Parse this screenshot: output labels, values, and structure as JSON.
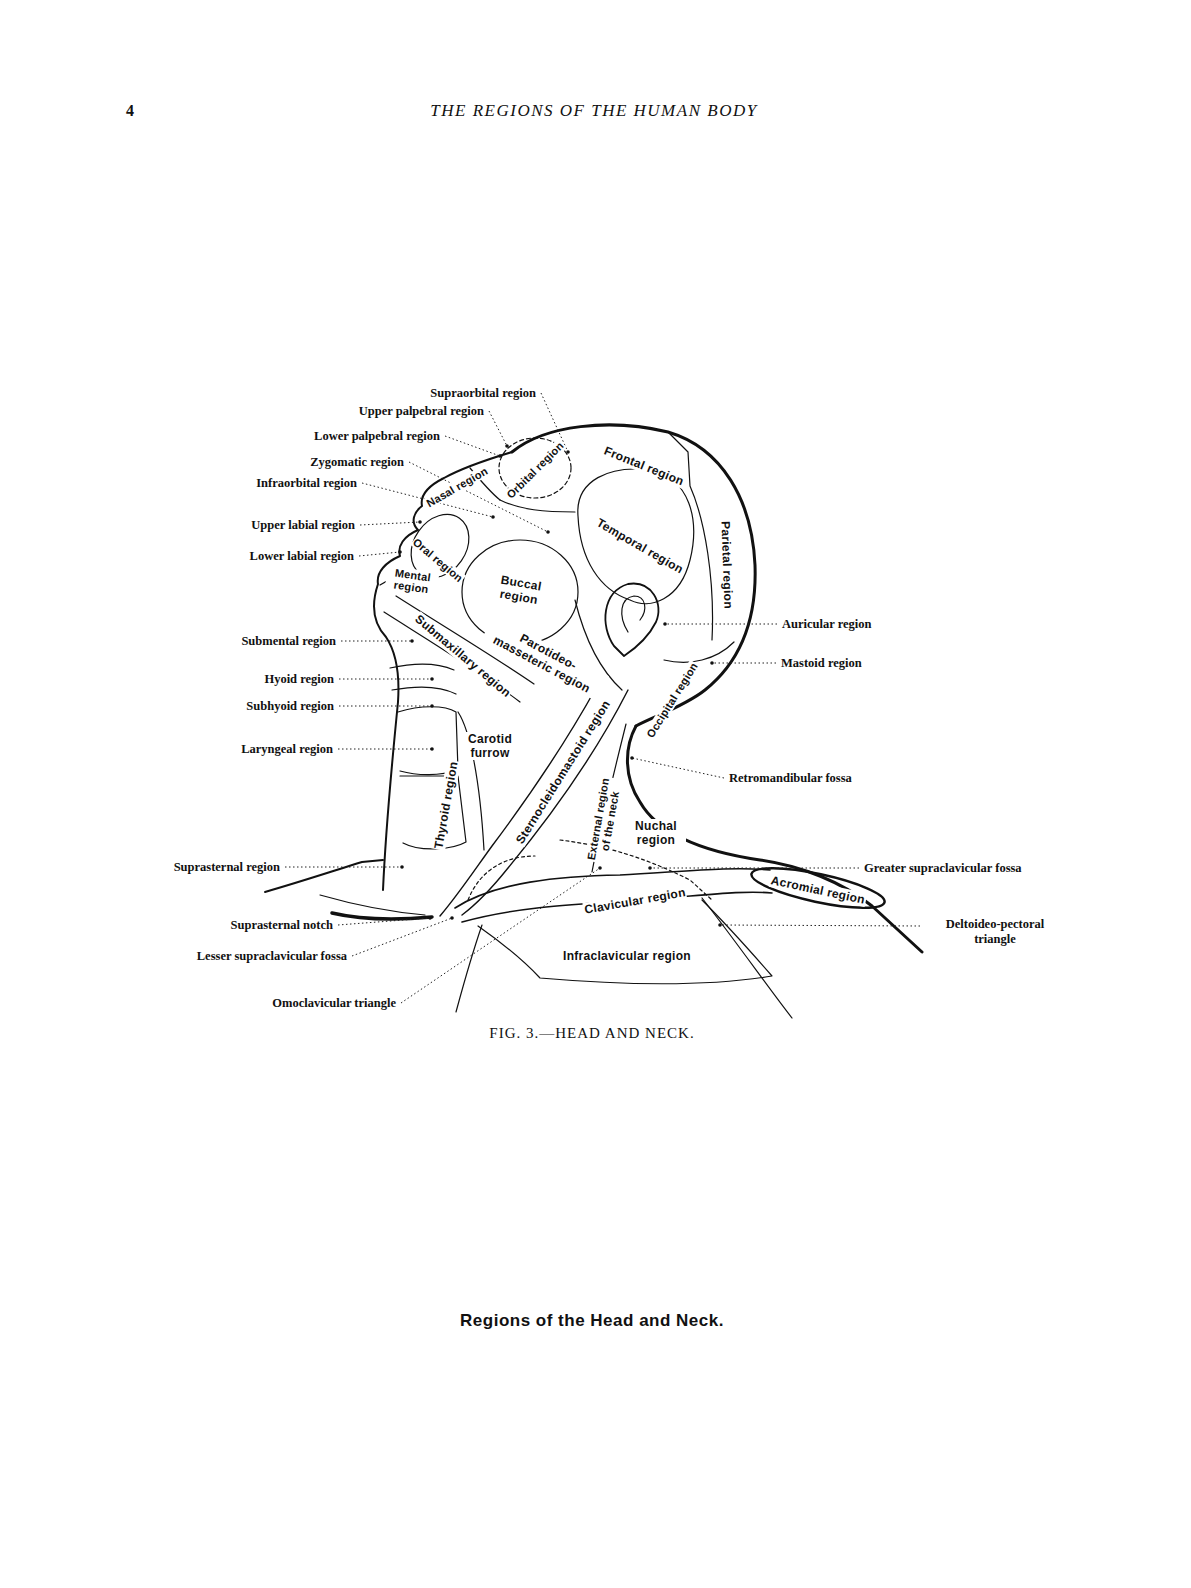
{
  "diagram": {
    "title": "THE REGIONS OF THE HUMAN BODY",
    "caption": "FIG. 3.—HEAD AND NECK.",
    "labels": [
      "4",
      "Supraorbital region",
      "Upper palpebral region",
      "Lower palpebral region",
      "Zygomatic region",
      "Infraorbital region",
      "Upper labial region",
      "Lower labial region",
      "Submental region",
      "Hyoid region",
      "Subhyoid region",
      "Laryngeal region",
      "Suprasternal region",
      "Suprasternal notch",
      "Lesser supraclavicular fossa",
      "Omoclavicular triangle",
      "Frontal region",
      "Orbital region",
      "Nasal region",
      "Temporal region",
      "Parietal region",
      "Oral region",
      "Mental region",
      "Buccal region",
      "Parotideo-masseteric region",
      "Submaxillary region",
      "Occipital region",
      "Carotid furrow",
      "Thyroid region",
      "Sternocleidomastoid region",
      "External region of the neck",
      "Nuchal region",
      "Acromial region",
      "Clavicular region",
      "Infraclavicular region",
      "Auricular region",
      "Mastoid region",
      "Retromandibular fossa",
      "Greater supraclavicular fossa",
      "Deltoideo-pectoral triangle",
      "Regions of the Head and Neck."
    ]
  }
}
